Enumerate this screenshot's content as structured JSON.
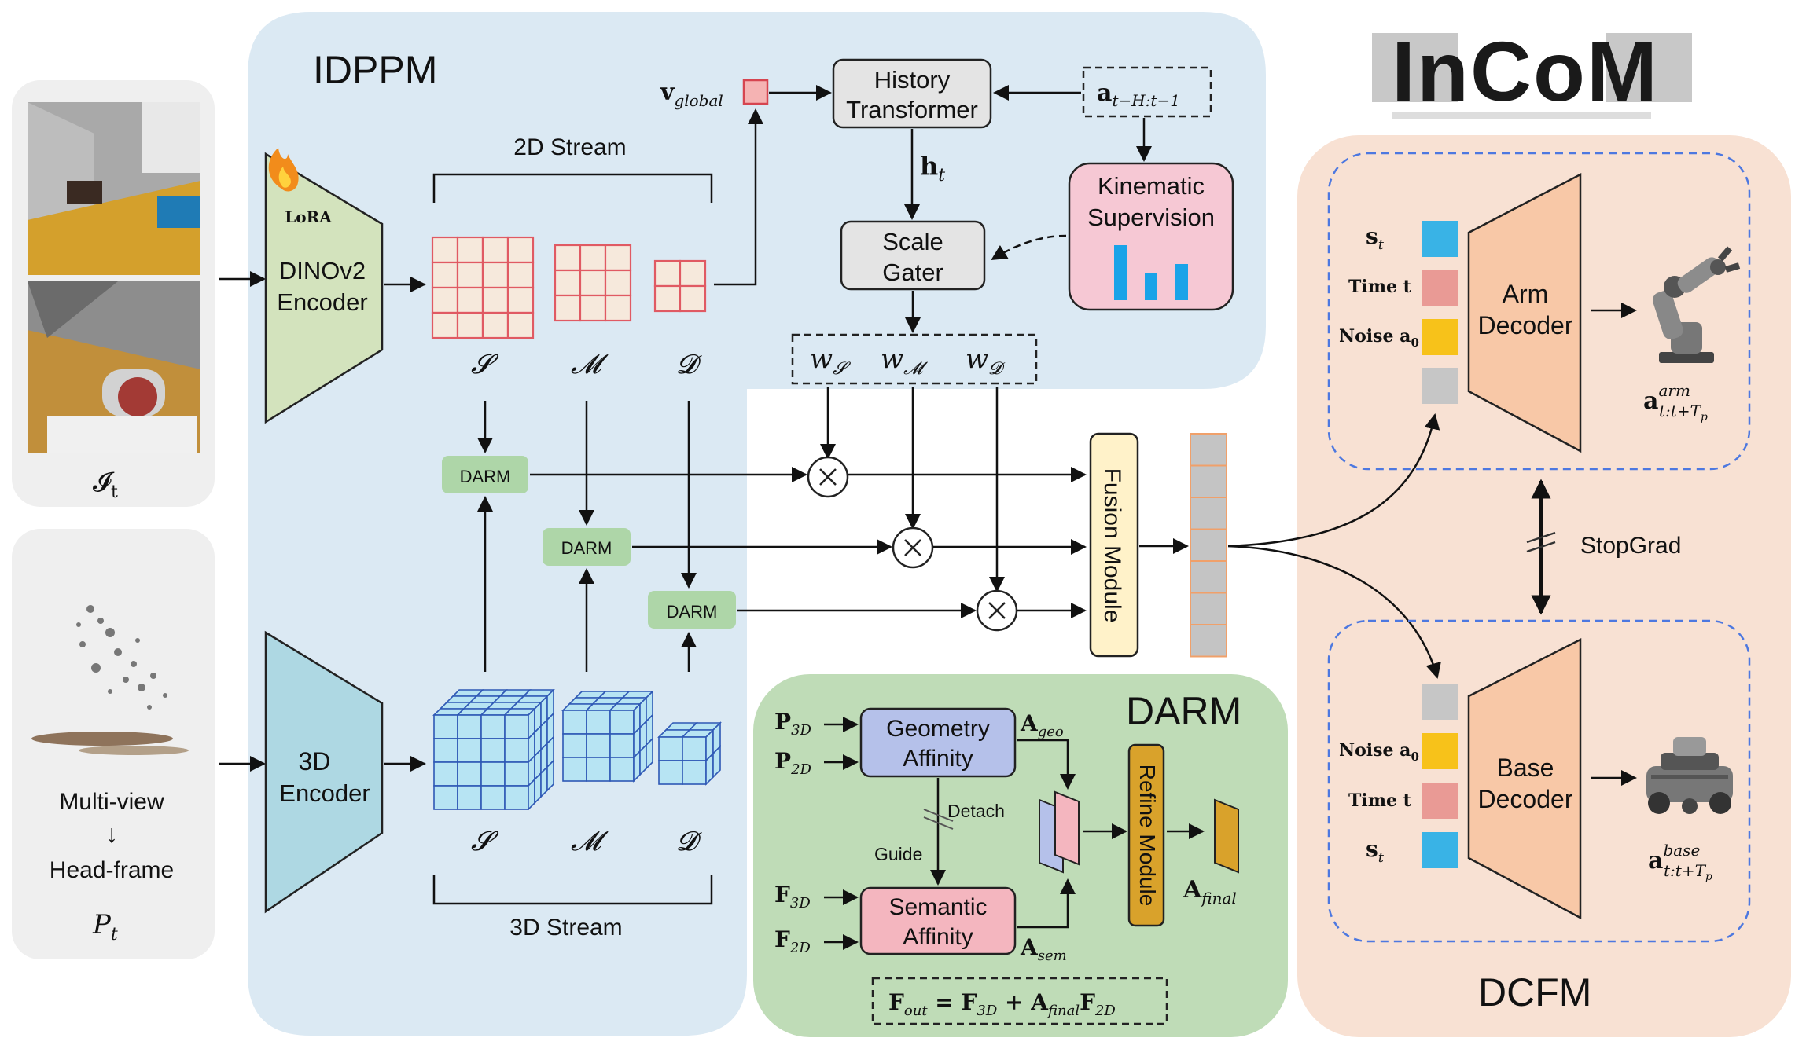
{
  "logo": {
    "text": "InCoM"
  },
  "panels": {
    "idppm": "IDPPM",
    "darm": "DARM",
    "dcfm": "DCFM"
  },
  "inputs": {
    "image_label": "𝓘",
    "image_sub": "t",
    "multiview": "Multi-view",
    "arrow": "↓",
    "headframe": "Head-frame",
    "pc_label": "P",
    "pc_sub": "t"
  },
  "encoders": {
    "lora": "LoRA",
    "dino_line1": "DINOv2",
    "dino_line2": "Encoder",
    "enc3d_line1": "3D",
    "enc3d_line2": "Encoder"
  },
  "streams": {
    "two_d": "2D Stream",
    "three_d": "3D Stream",
    "scales": [
      "𝓢",
      "𝓜",
      "𝓓"
    ]
  },
  "modules": {
    "darm_block": "DARM",
    "history_line1": "History",
    "history_line2": "Transformer",
    "scale_line1": "Scale",
    "scale_line2": "Gater",
    "kin_line1": "Kinematic",
    "kin_line2": "Supervision",
    "fusion": "Fusion Module",
    "refine": "Refine Module",
    "geo_line1": "Geometry",
    "geo_line2": "Affinity",
    "sem_line1": "Semantic",
    "sem_line2": "Affinity",
    "detach": "Detach",
    "guide": "Guide",
    "arm_line1": "Arm",
    "arm_line2": "Decoder",
    "base_line1": "Base",
    "base_line2": "Decoder",
    "stopgrad": "StopGrad"
  },
  "math": {
    "v_global": "v",
    "v_global_sub": "global",
    "a_hist": "a",
    "a_hist_sub": "t−H:t−1",
    "h_t": "h",
    "h_t_sub": "t",
    "w_s": "w",
    "w_m": "w",
    "w_d": "w",
    "w_s_sub": "𝓢",
    "w_m_sub": "𝓜",
    "w_d_sub": "𝓓",
    "p3d": "P",
    "p3d_sub": "3D",
    "p2d": "P",
    "p2d_sub": "2D",
    "f3d": "F",
    "f3d_sub": "3D",
    "f2d": "F",
    "f2d_sub": "2D",
    "a_geo": "A",
    "a_geo_sub": "geo",
    "a_sem": "A",
    "a_sem_sub": "sem",
    "a_final": "A",
    "a_final_sub": "final",
    "eq_lhs": "F",
    "eq_lhs_sub": "out",
    "eq_rhs1": " = F",
    "eq_rhs1_sub": "3D",
    "eq_rhs2": " + A",
    "eq_rhs2_sub": "final",
    "eq_rhs3": "F",
    "eq_rhs3_sub": "2D"
  },
  "tokens": {
    "arm": [
      "s",
      "Time t",
      "Noise a"
    ],
    "arm_st_sub": "t",
    "noise_sub": "0",
    "base": [
      "Noise a",
      "Time t",
      "s"
    ],
    "base_st_sub": "t"
  },
  "outputs": {
    "arm_a": "a",
    "arm_sup": "arm",
    "arm_sub": "t:t+T",
    "arm_sub2": "p",
    "base_a": "a",
    "base_sup": "base",
    "base_sub": "t:t+T",
    "base_sub2": "p"
  },
  "colors": {
    "idppm_bg": "#dbe9f3",
    "darm_bg": "#bfdcb7",
    "dcfm_bg": "#f8e1d3",
    "input_bg": "#efefef",
    "dino": "#d3e3bd",
    "enc3d": "#aed8e3",
    "grid_red": "#e05a63",
    "grid_fill": "#f6e9dc",
    "cube": "#b7e4f3",
    "cube_edge": "#2e58b5",
    "darm_chip": "#aed6a8",
    "box_gray": "#e4e4e4",
    "kin": "#f6c8d4",
    "bar_blue": "#1aa3e8",
    "fusion": "#fff2c9",
    "geo": "#b5c1ea",
    "sem": "#f4b6bf",
    "refine": "#d9a22b",
    "decoder": "#f8c8a7",
    "tok_blue": "#39b3e6",
    "tok_red": "#e99a95",
    "tok_yellow": "#f7c21a",
    "tok_gray": "#c6c6c6",
    "dash_blue": "#4d78e0"
  }
}
